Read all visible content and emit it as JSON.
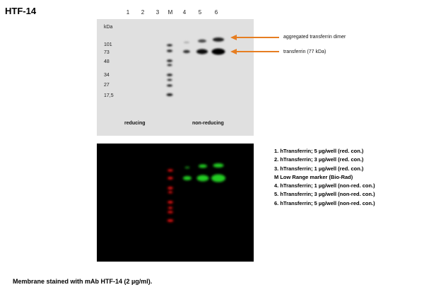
{
  "title": "HTF-14",
  "blot_top": {
    "kda_label": "kDa",
    "lanes": [
      "1",
      "2",
      "3",
      "M",
      "4",
      "5",
      "6"
    ],
    "mw_markers": [
      "101",
      "73",
      "48",
      "34",
      "27",
      "17,5"
    ],
    "conditions": {
      "reducing": "reducing",
      "non_reducing": "non-reducing"
    },
    "callouts": {
      "dimer": "aggregated transferrin dimer",
      "monomer": "transferrin (77 kDa)"
    },
    "arrow_color": "#e67e22"
  },
  "blot_bottom": {
    "marker_color": "#e01010",
    "band_color": "#22cc22"
  },
  "legend": [
    "1. hTransferrin; 5 µg/well (red. con.)",
    "2. hTransferrin; 3 µg/well (red. con.)",
    "3. hTransferrin; 1 µg/well (red. con.)",
    "M Low Range marker (Bio-Rad)",
    "4. hTransferrin; 1 µg/well (non-red. con.)",
    "5. hTransferrin; 3 µg/well (non-red. con.)",
    "6. hTransferrin; 5 µg/well (non-red. con.)"
  ],
  "caption": "Membrane stained with mAb HTF-14 (2 µg/ml)."
}
